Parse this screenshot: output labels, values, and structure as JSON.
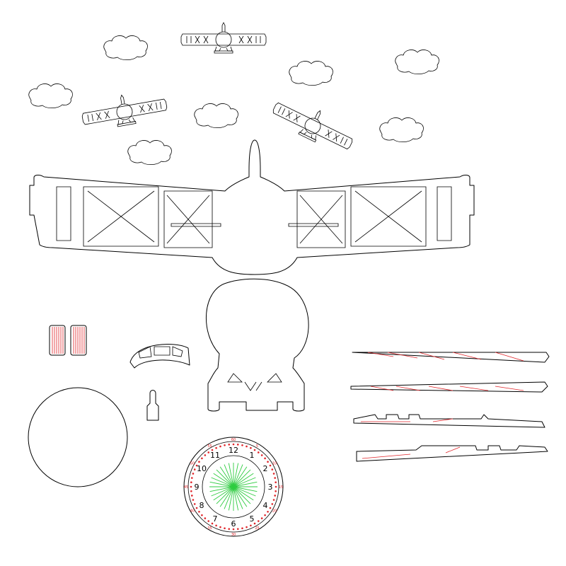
{
  "colors": {
    "cut_line": "#000000",
    "engrave_red": "#e0262b",
    "engrave_green": "#2ecc40",
    "background": "#ffffff"
  },
  "clock_face": {
    "hour_numbers": [
      "12",
      "1",
      "2",
      "3",
      "4",
      "5",
      "6",
      "7",
      "8",
      "9",
      "10",
      "11"
    ],
    "minute_numbers": [
      "5",
      "10",
      "15",
      "20",
      "25",
      "30",
      "35",
      "40",
      "45",
      "50",
      "55",
      "60"
    ]
  }
}
